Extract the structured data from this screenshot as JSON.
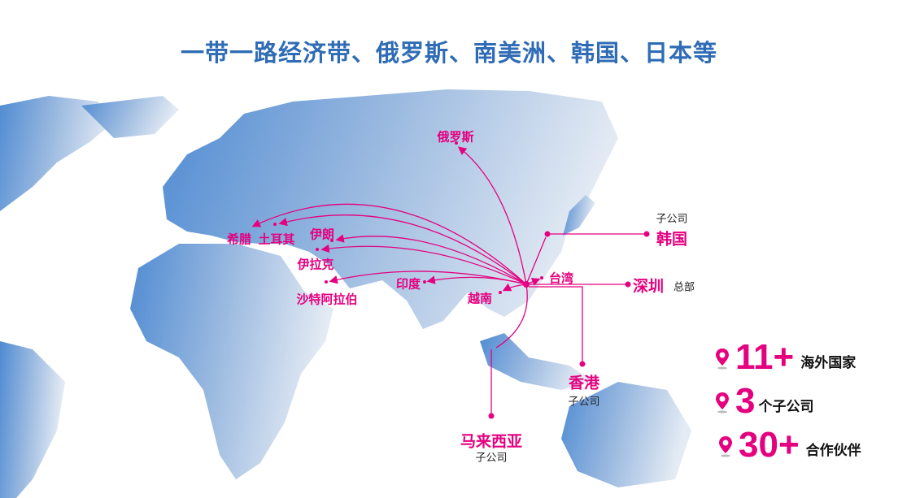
{
  "title": "一带一路经济带、俄罗斯、南美洲、韩国、日本等",
  "locations": {
    "russia": "俄罗斯",
    "greece": "希腊",
    "turkey": "土耳其",
    "iran": "伊朗",
    "iraq": "伊拉克",
    "saudi": "沙特阿拉伯",
    "india": "印度",
    "vietnam": "越南",
    "taiwan": "台湾",
    "korea": "韩国",
    "korea_sub": "子公司",
    "shenzhen": "深圳",
    "shenzhen_sub": "总部",
    "hongkong": "香港",
    "hongkong_sub": "子公司",
    "malaysia": "马来西亚",
    "malaysia_sub": "子公司"
  },
  "stats": [
    {
      "value": "11+",
      "label": "海外国家"
    },
    {
      "value": "3",
      "label": "个子公司"
    },
    {
      "value": "30+",
      "label": "合作伙伴"
    }
  ],
  "colors": {
    "accent": "#e5007f",
    "title": "#2f6cb5",
    "map": "#5b95d6"
  }
}
